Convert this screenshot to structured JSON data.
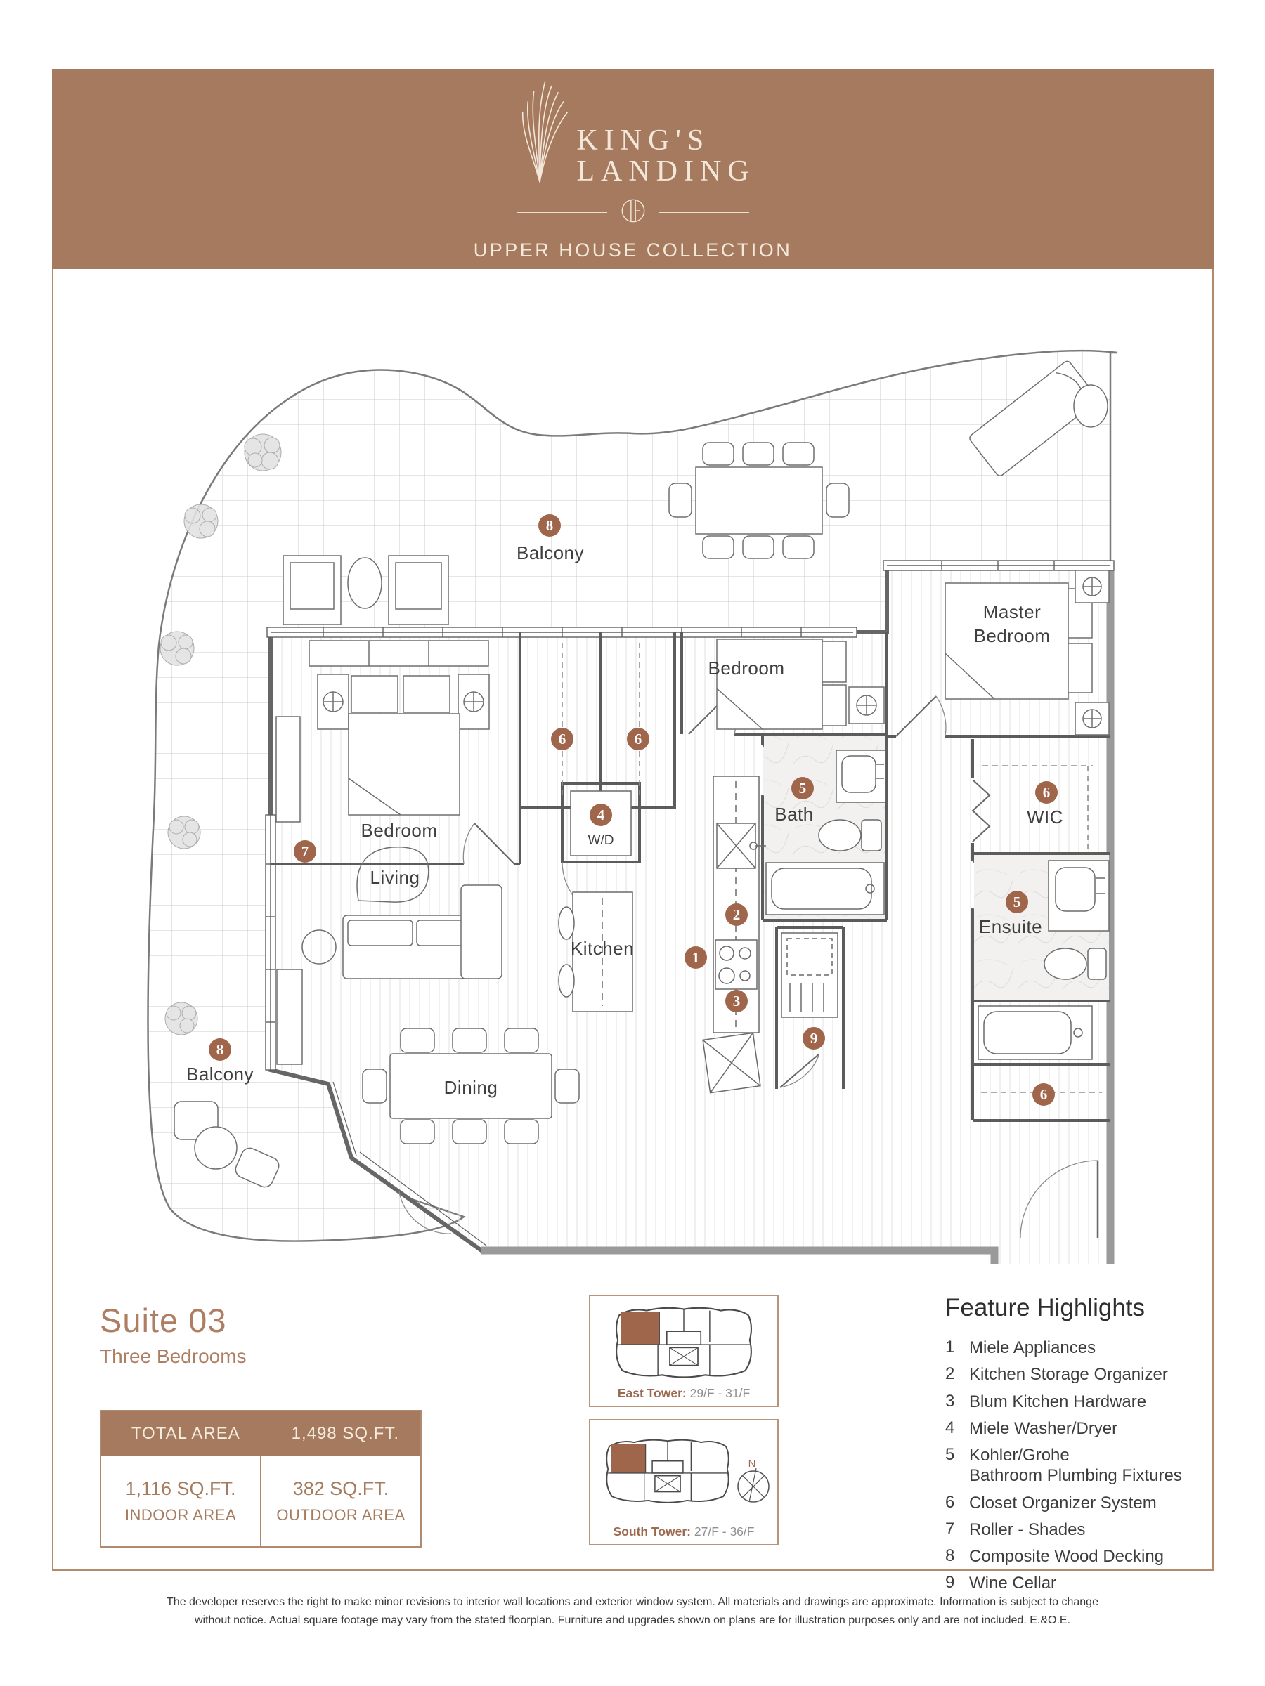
{
  "header": {
    "brand_line1": "KING'S",
    "brand_line2": "LANDING",
    "collection": "UPPER HOUSE COLLECTION"
  },
  "suite": {
    "title": "Suite 03",
    "subtitle": "Three Bedrooms"
  },
  "area_table": {
    "header_label": "TOTAL AREA",
    "header_value": "1,498 SQ.FT.",
    "indoor_value": "1,116 SQ.FT.",
    "indoor_label": "INDOOR AREA",
    "outdoor_value": "382 SQ.FT.",
    "outdoor_label": "OUTDOOR AREA"
  },
  "towers": [
    {
      "name": "East Tower:",
      "floors": " 29/F - 31/F"
    },
    {
      "name": "South Tower:",
      "floors": " 27/F - 36/F"
    }
  ],
  "features": {
    "title": "Feature Highlights",
    "items": [
      {
        "n": "1",
        "text": "Miele Appliances",
        "text2": ""
      },
      {
        "n": "2",
        "text": "Kitchen Storage Organizer",
        "text2": ""
      },
      {
        "n": "3",
        "text": "Blum Kitchen Hardware",
        "text2": ""
      },
      {
        "n": "4",
        "text": "Miele Washer/Dryer",
        "text2": ""
      },
      {
        "n": "5",
        "text": "Kohler/Grohe",
        "text2": "Bathroom Plumbing Fixtures"
      },
      {
        "n": "6",
        "text": "Closet Organizer System",
        "text2": ""
      },
      {
        "n": "7",
        "text": "Roller - Shades",
        "text2": ""
      },
      {
        "n": "8",
        "text": "Composite Wood Decking",
        "text2": ""
      },
      {
        "n": "9",
        "text": "Wine Cellar",
        "text2": ""
      }
    ]
  },
  "plan": {
    "rooms": {
      "bedroom1": "Bedroom",
      "bedroom2": "Bedroom",
      "master_line1": "Master",
      "master_line2": "Bedroom",
      "bath": "Bath",
      "wic": "WIC",
      "ensuite": "Ensuite",
      "living": "Living",
      "kitchen": "Kitchen",
      "dining": "Dining",
      "balcony_top": "Balcony",
      "balcony_bottom": "Balcony",
      "wd": "W/D"
    },
    "markers": {
      "appliances": "1",
      "storage": "2",
      "hardware": "3",
      "washer": "4",
      "bath_fixtures": "5",
      "ensuite_fixtures": "5",
      "closet_a": "6",
      "closet_b": "6",
      "wic": "6",
      "ensuite_closet": "6",
      "roller": "7",
      "balcony_top": "8",
      "balcony_bottom": "8",
      "wine": "9"
    },
    "compass_n": "N"
  },
  "disclaimer": {
    "line1": "The developer reserves the right to make minor revisions to interior wall locations and exterior window system. All materials and drawings are approximate. Information is subject to change",
    "line2": "without notice. Actual square footage may vary from the stated floorplan. Furniture and upgrades shown on plans are for illustration purposes only and are not included. E.&O.E."
  },
  "colors": {
    "banner": "#a67a5e",
    "accent_brown": "#a0664b",
    "frame_line": "#b28a6d",
    "heading_brown": "#ad7e62",
    "plan_text": "#3f3f3f"
  }
}
